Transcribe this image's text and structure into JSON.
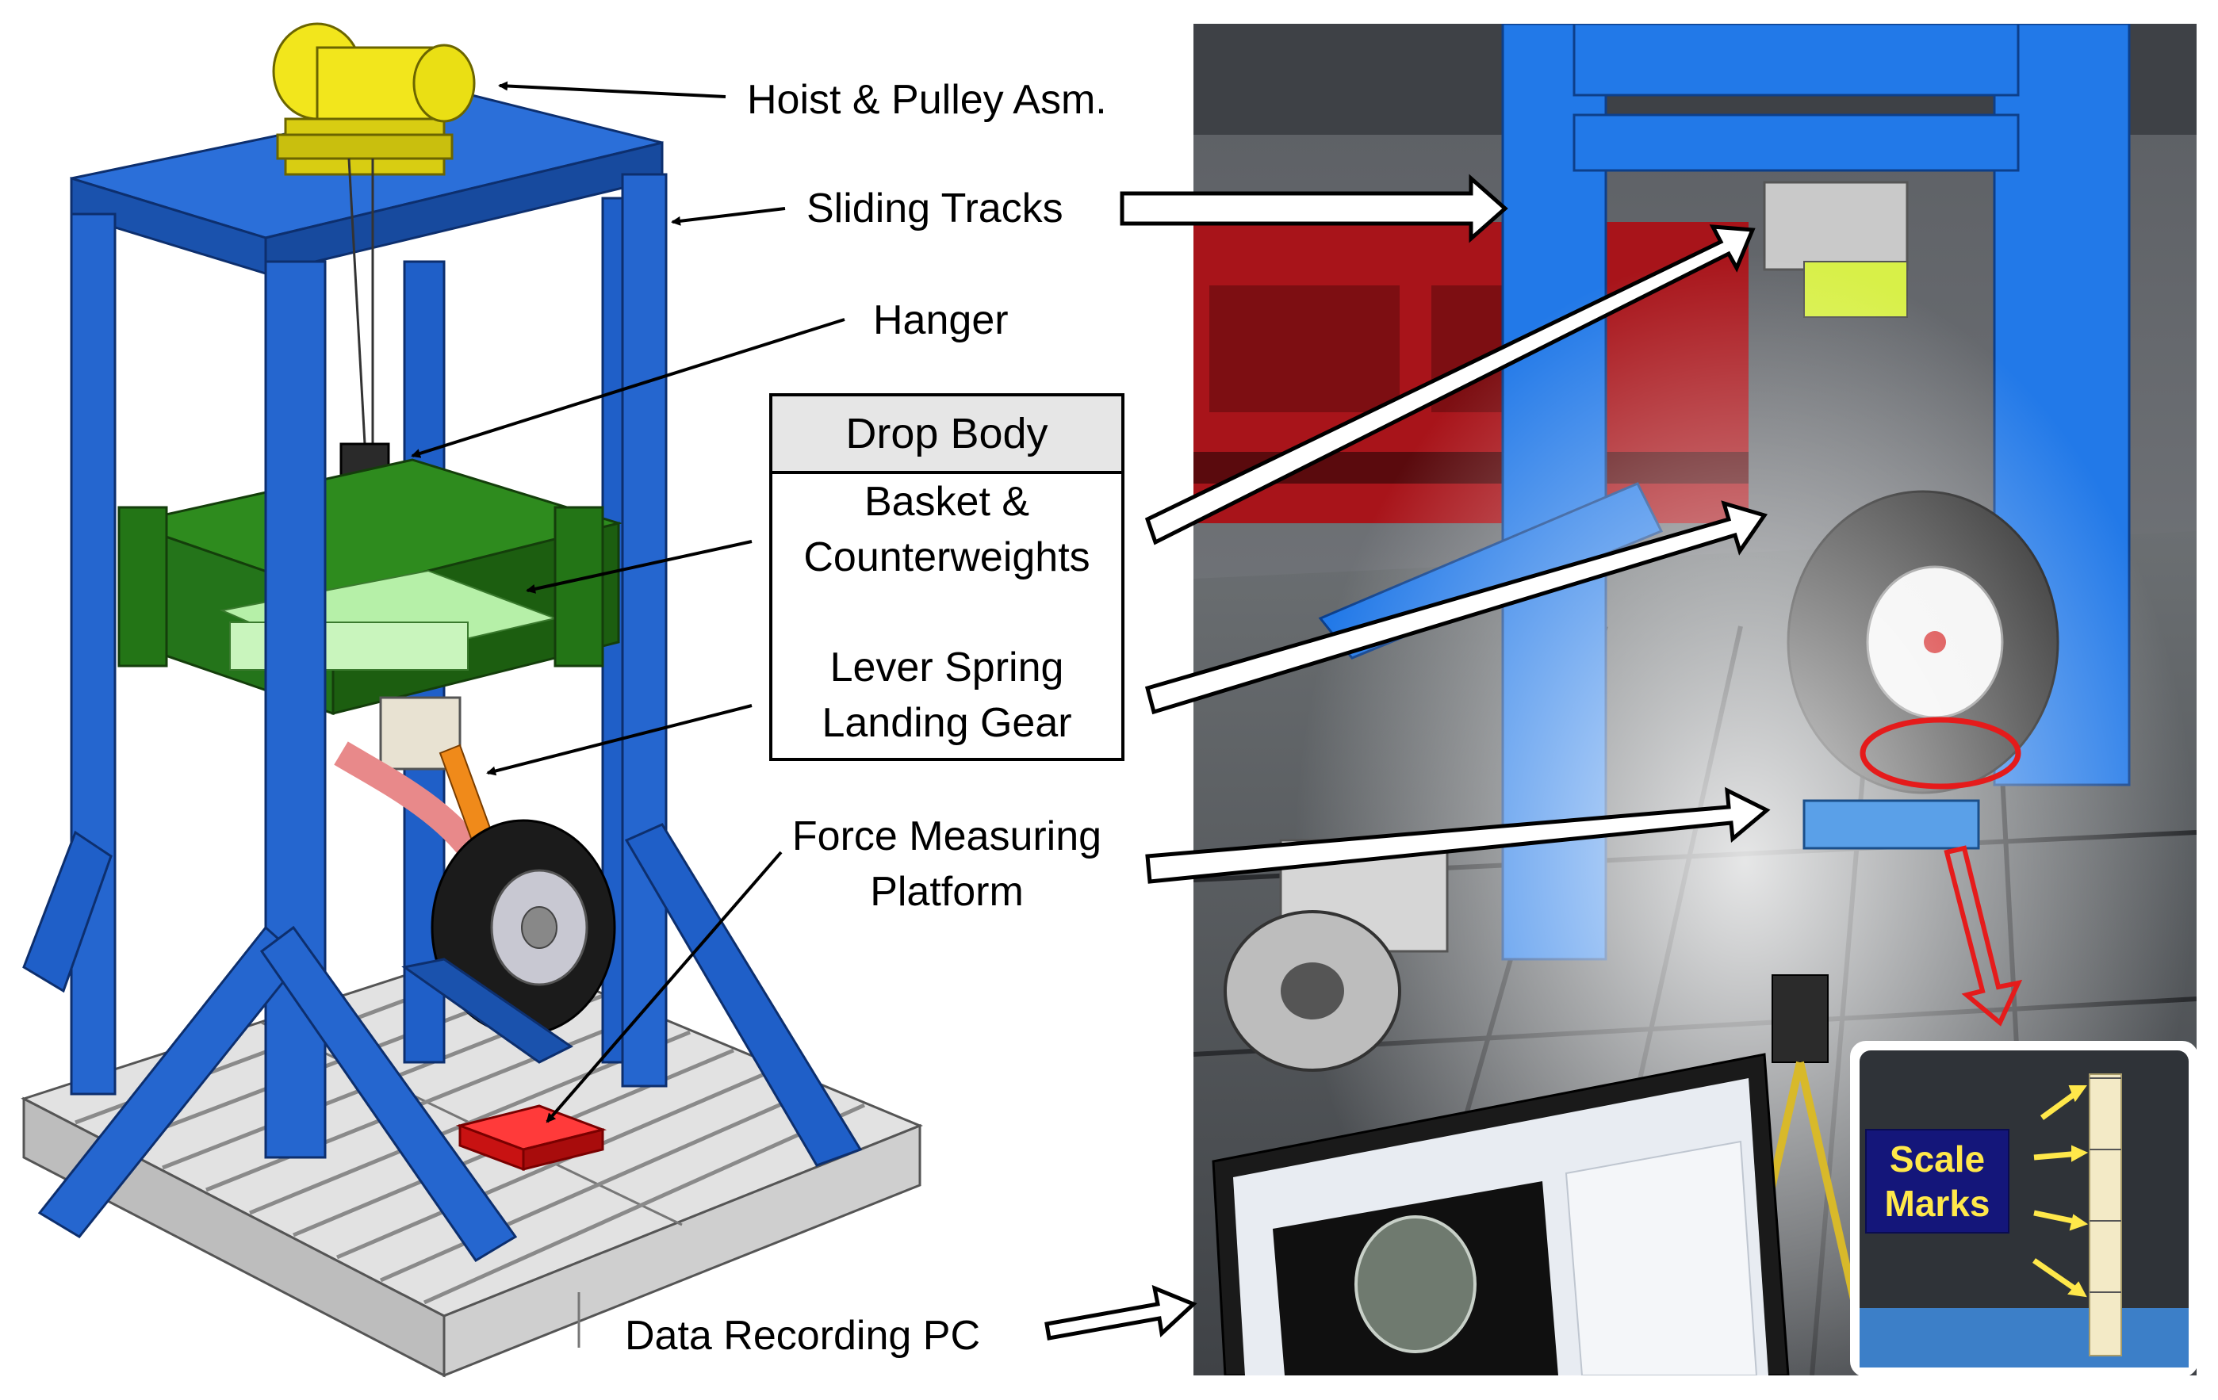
{
  "labels": {
    "hoist": "Hoist & Pulley Asm.",
    "tracks": "Sliding Tracks",
    "hanger": "Hanger",
    "drop_body_title": "Drop Body",
    "basket_line1": "Basket &",
    "basket_line2": "Counterweights",
    "gear_line1": "Lever Spring",
    "gear_line2": "Landing Gear",
    "force_line1": "Force Measuring",
    "force_line2": "Platform",
    "pc": "Data Recording PC",
    "scale_line1": "Scale",
    "scale_line2": "Marks"
  },
  "colors": {
    "frame_blue": "#1f5fc8",
    "frame_blue_dark": "#123f8f",
    "basket_green": "#2e8b1e",
    "basket_green_dark": "#1c5e10",
    "counterweight_green": "#b6f0a8",
    "hoist_yellow": "#f2e61c",
    "platform_red": "#e01a1a",
    "base_gray": "#dcdcdc",
    "highlight_red": "#e51b1b",
    "scale_yellow": "#ffe84a",
    "scale_box_blue": "#14167a"
  }
}
